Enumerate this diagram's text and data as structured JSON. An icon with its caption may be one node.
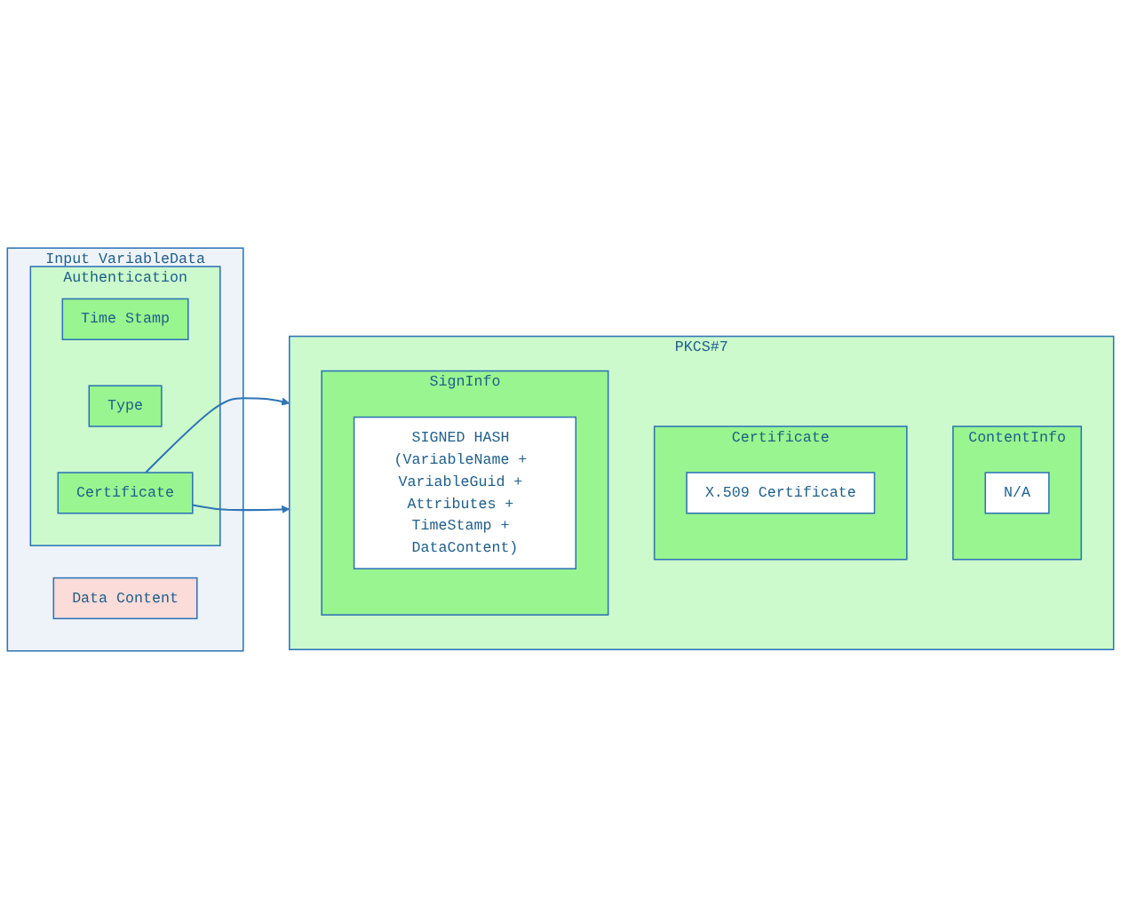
{
  "diagram": {
    "nodes": [
      {
        "text": [
          "Input VariableData"
        ]
      },
      {
        "text": [
          "Authentication"
        ],
        "in": 0
      },
      {
        "text": [
          "Time Stamp"
        ],
        "in": 1
      },
      {
        "text": [
          "Type"
        ],
        "in": 1
      },
      {
        "text": [
          "Certificate"
        ],
        "in": 1
      },
      {
        "text": [
          "Data Content"
        ],
        "in": 0
      },
      {
        "text": [
          "PKCS#7"
        ]
      },
      {
        "text": [
          "ContentInfo"
        ],
        "in": 6
      },
      {
        "text": [
          "N/A"
        ],
        "in": 7
      },
      {
        "text": [
          "Certificate"
        ],
        "in": 6
      },
      {
        "text": [
          "X.509 Certificate"
        ],
        "in": 9
      },
      {
        "text": [
          "SignInfo"
        ],
        "in": 6
      },
      {
        "text": [
          "SIGNED HASH (VariableName + VariableGuid + Attributes + TimeStamp + DataContent)"
        ],
        "in": 11
      }
    ],
    "edges": [
      {
        "from": 4,
        "to": 6,
        "arrow": "to"
      },
      {
        "from": 4,
        "to": 6,
        "arrow": "to"
      }
    ]
  }
}
